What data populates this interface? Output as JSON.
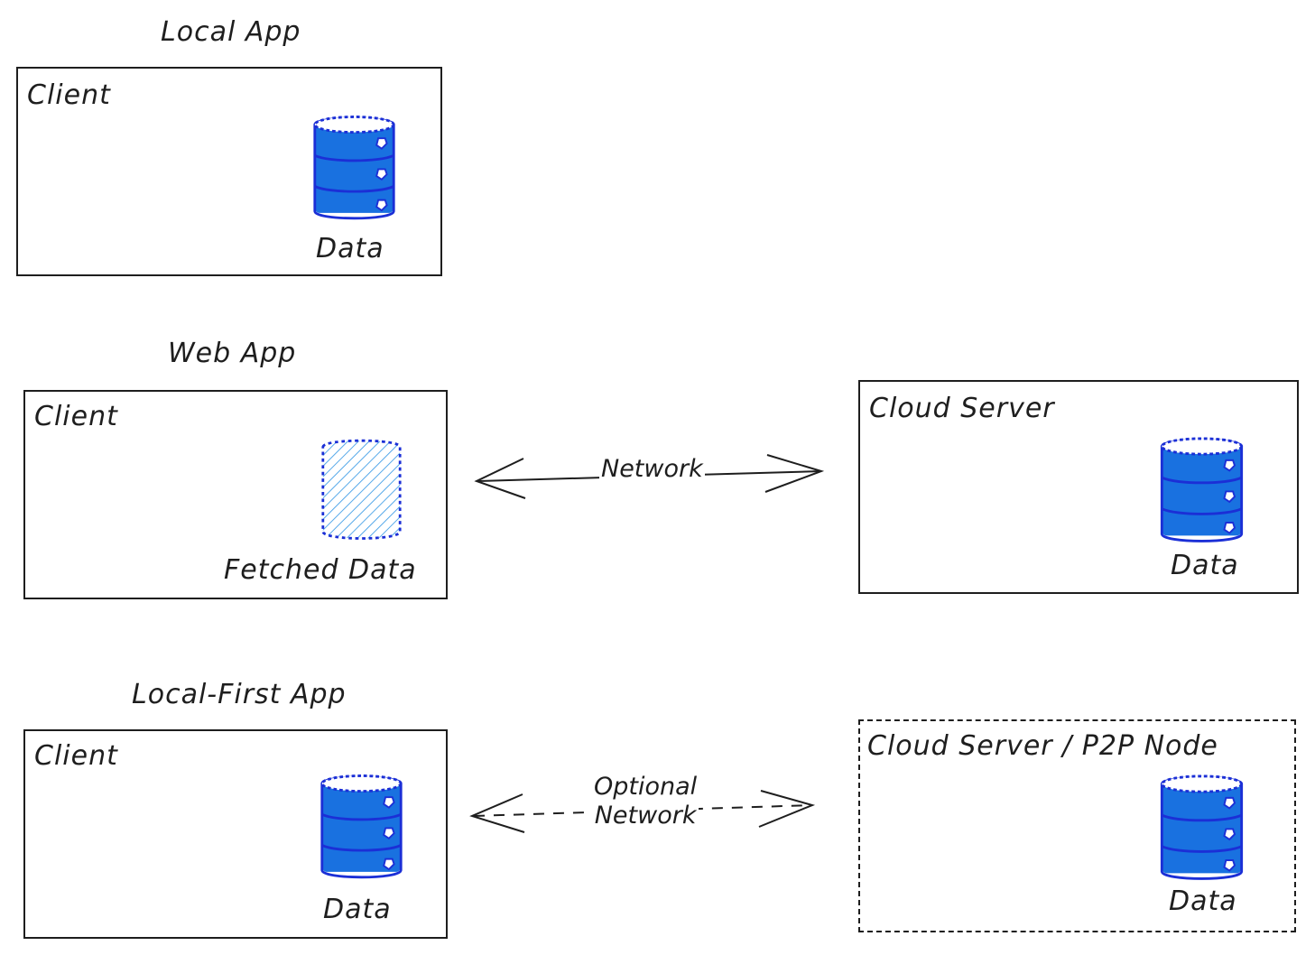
{
  "sections": {
    "local": {
      "title": "Local App",
      "client_label": "Client",
      "data_label": "Data"
    },
    "web": {
      "title": "Web App",
      "client_label": "Client",
      "data_label": "Fetched Data",
      "network_label": "Network",
      "server_label": "Cloud Server",
      "server_data_label": "Data"
    },
    "local_first": {
      "title": "Local-First App",
      "client_label": "Client",
      "data_label": "Data",
      "network_label_line1": "Optional",
      "network_label_line2": "Network",
      "server_label": "Cloud Server / P2P Node",
      "server_data_label": "Data"
    }
  },
  "colors": {
    "database_fill": "#1971e0",
    "database_stroke": "#1b2fd6",
    "ink": "#1e1e1e",
    "hatch": "#4aa3e8"
  },
  "icons": {
    "database": "database-icon",
    "fetched_database": "fetched-database-icon"
  }
}
